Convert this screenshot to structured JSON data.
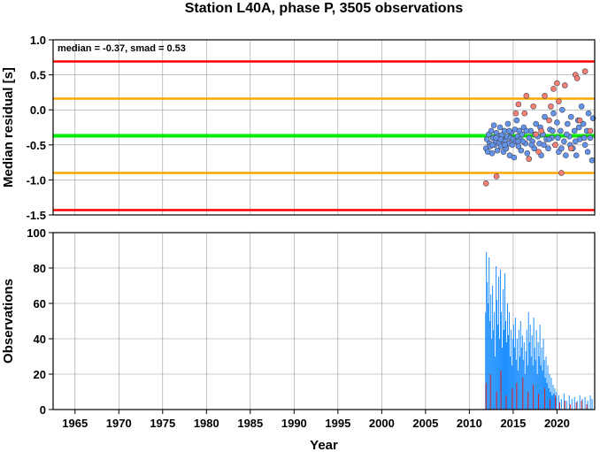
{
  "title": "Station L40A, phase P, 3505 observations",
  "chart_data": [
    {
      "type": "scatter",
      "ylabel": "Median residual [s]",
      "annotation": "median = -0.37, smad = 0.53",
      "xlim": [
        1962.5,
        2024.3
      ],
      "ylim": [
        -1.5,
        1.0
      ],
      "yticks": [
        "1.0",
        "0.5",
        "0.0",
        "-0.5",
        "-1.0",
        "-1.5"
      ],
      "grid": true,
      "reference_lines": [
        {
          "y": 0.69,
          "color": "#ff0000"
        },
        {
          "y": 0.16,
          "color": "#ffa500"
        },
        {
          "y": -0.37,
          "color": "#00ee00"
        },
        {
          "y": -0.9,
          "color": "#ffa500"
        },
        {
          "y": -1.43,
          "color": "#ff0000"
        }
      ],
      "series": [
        {
          "color": "#6495ed",
          "points": [
            [
              2011.9,
              -0.55
            ],
            [
              2012.0,
              -0.42
            ],
            [
              2012.1,
              -0.6
            ],
            [
              2012.2,
              -0.35
            ],
            [
              2012.3,
              -0.48
            ],
            [
              2012.4,
              -0.52
            ],
            [
              2012.5,
              -0.3
            ],
            [
              2012.6,
              -0.62
            ],
            [
              2012.7,
              -0.4
            ],
            [
              2012.8,
              -0.22
            ],
            [
              2012.9,
              -0.5
            ],
            [
              2013.0,
              -0.45
            ],
            [
              2013.1,
              -0.33
            ],
            [
              2013.2,
              -0.58
            ],
            [
              2013.3,
              -0.38
            ],
            [
              2013.4,
              -0.47
            ],
            [
              2013.5,
              -0.25
            ],
            [
              2013.6,
              -0.52
            ],
            [
              2013.7,
              -0.36
            ],
            [
              2013.8,
              -0.43
            ],
            [
              2013.9,
              -0.6
            ],
            [
              2014.0,
              -0.3
            ],
            [
              2014.1,
              -0.45
            ],
            [
              2014.2,
              -0.55
            ],
            [
              2014.3,
              -0.38
            ],
            [
              2014.4,
              -0.2
            ],
            [
              2014.5,
              -0.48
            ],
            [
              2014.6,
              -0.65
            ],
            [
              2014.7,
              -0.4
            ],
            [
              2014.8,
              -0.32
            ],
            [
              2014.9,
              -0.5
            ],
            [
              2015.0,
              -0.42
            ],
            [
              2015.1,
              -0.68
            ],
            [
              2015.2,
              -0.28
            ],
            [
              2015.3,
              -0.45
            ],
            [
              2015.4,
              -0.15
            ],
            [
              2015.5,
              -0.38
            ],
            [
              2015.6,
              -0.52
            ],
            [
              2015.7,
              -0.3
            ],
            [
              2015.8,
              -0.42
            ],
            [
              2015.9,
              -0.58
            ],
            [
              2016.0,
              -0.35
            ],
            [
              2016.2,
              -0.25
            ],
            [
              2016.4,
              -0.48
            ],
            [
              2016.6,
              -0.62
            ],
            [
              2016.8,
              -0.4
            ],
            [
              2017.0,
              -0.3
            ],
            [
              2017.2,
              -0.45
            ],
            [
              2017.4,
              -0.55
            ],
            [
              2017.6,
              -0.2
            ],
            [
              2017.8,
              -0.38
            ],
            [
              2018.0,
              -0.48
            ],
            [
              2018.2,
              -0.65
            ],
            [
              2018.4,
              -0.35
            ],
            [
              2018.6,
              -0.1
            ],
            [
              2018.8,
              -0.42
            ],
            [
              2019.0,
              -0.55
            ],
            [
              2019.2,
              -0.28
            ],
            [
              2019.4,
              -0.4
            ],
            [
              2019.6,
              -0.05
            ],
            [
              2019.8,
              -0.5
            ],
            [
              2020.0,
              -0.18
            ],
            [
              2020.2,
              -0.6
            ],
            [
              2020.4,
              -0.3
            ],
            [
              2020.6,
              0.0
            ],
            [
              2020.8,
              -0.45
            ],
            [
              2021.0,
              -0.65
            ],
            [
              2021.2,
              -0.2
            ],
            [
              2021.4,
              -0.38
            ],
            [
              2021.6,
              -0.1
            ],
            [
              2021.8,
              -0.55
            ],
            [
              2022.0,
              -0.3
            ],
            [
              2022.2,
              -0.65
            ],
            [
              2022.4,
              -0.15
            ],
            [
              2022.6,
              -0.42
            ],
            [
              2022.8,
              0.05
            ],
            [
              2023.0,
              -0.2
            ],
            [
              2023.2,
              -0.5
            ],
            [
              2023.4,
              -0.3
            ],
            [
              2023.6,
              -0.05
            ],
            [
              2023.8,
              -0.4
            ],
            [
              2024.0,
              -0.72
            ],
            [
              2024.1,
              -0.12
            ],
            [
              2016.1,
              -0.45
            ],
            [
              2016.5,
              -0.3
            ],
            [
              2017.1,
              -0.5
            ],
            [
              2017.5,
              -0.35
            ],
            [
              2018.1,
              -0.25
            ],
            [
              2018.5,
              -0.5
            ],
            [
              2019.1,
              -0.42
            ],
            [
              2019.5,
              -0.3
            ],
            [
              2020.1,
              -0.4
            ],
            [
              2020.5,
              -0.55
            ],
            [
              2021.1,
              -0.35
            ],
            [
              2021.5,
              -0.5
            ],
            [
              2022.1,
              -0.45
            ],
            [
              2022.5,
              -0.25
            ],
            [
              2023.1,
              -0.4
            ],
            [
              2023.5,
              -0.6
            ],
            [
              2013.55,
              -0.42
            ],
            [
              2014.55,
              -0.3
            ],
            [
              2015.55,
              -0.45
            ],
            [
              2012.65,
              -0.5
            ],
            [
              2013.05,
              -0.4
            ],
            [
              2014.05,
              -0.5
            ]
          ]
        },
        {
          "color": "#fa8072",
          "points": [
            [
              2011.9,
              -1.05
            ],
            [
              2013.1,
              -0.95
            ],
            [
              2015.6,
              0.08
            ],
            [
              2016.3,
              -0.05
            ],
            [
              2016.5,
              0.2
            ],
            [
              2016.8,
              -0.7
            ],
            [
              2017.3,
              0.05
            ],
            [
              2017.6,
              -0.35
            ],
            [
              2018.2,
              -0.3
            ],
            [
              2018.6,
              0.2
            ],
            [
              2019.3,
              0.05
            ],
            [
              2019.6,
              0.3
            ],
            [
              2019.8,
              -0.5
            ],
            [
              2020.0,
              0.38
            ],
            [
              2020.2,
              0.12
            ],
            [
              2020.5,
              -0.9
            ],
            [
              2020.9,
              0.35
            ],
            [
              2021.6,
              -0.55
            ],
            [
              2022.1,
              0.5
            ],
            [
              2022.3,
              0.45
            ],
            [
              2022.6,
              -0.15
            ],
            [
              2023.2,
              0.55
            ],
            [
              2023.8,
              -0.3
            ],
            [
              2017.9,
              -0.6
            ],
            [
              2019.1,
              -0.15
            ],
            [
              2015.3,
              -0.05
            ]
          ]
        }
      ]
    },
    {
      "type": "bar",
      "ylabel": "Observations",
      "xlabel": "Year",
      "xlim": [
        1962.5,
        2024.3
      ],
      "ylim": [
        0,
        100
      ],
      "yticks": [
        "100",
        "80",
        "60",
        "40",
        "20",
        "0"
      ],
      "xticks": [
        "1965",
        "1970",
        "1975",
        "1980",
        "1985",
        "1990",
        "1995",
        "2000",
        "2005",
        "2010",
        "2015",
        "2020"
      ],
      "grid": true,
      "series": [
        {
          "color": "#1e90ff",
          "bars": [
            [
              2011.85,
              55
            ],
            [
              2011.95,
              89
            ],
            [
              2012.05,
              72
            ],
            [
              2012.15,
              60
            ],
            [
              2012.25,
              86
            ],
            [
              2012.35,
              50
            ],
            [
              2012.45,
              65
            ],
            [
              2012.55,
              40
            ],
            [
              2012.65,
              70
            ],
            [
              2012.75,
              45
            ],
            [
              2012.85,
              55
            ],
            [
              2012.95,
              30
            ],
            [
              2013.05,
              81
            ],
            [
              2013.15,
              62
            ],
            [
              2013.25,
              48
            ],
            [
              2013.35,
              75
            ],
            [
              2013.45,
              40
            ],
            [
              2013.55,
              79
            ],
            [
              2013.65,
              55
            ],
            [
              2013.75,
              35
            ],
            [
              2013.85,
              68
            ],
            [
              2013.95,
              45
            ],
            [
              2014.05,
              77
            ],
            [
              2014.15,
              50
            ],
            [
              2014.25,
              38
            ],
            [
              2014.35,
              60
            ],
            [
              2014.45,
              42
            ],
            [
              2014.55,
              55
            ],
            [
              2014.65,
              30
            ],
            [
              2014.75,
              45
            ],
            [
              2014.85,
              25
            ],
            [
              2014.95,
              40
            ],
            [
              2015.05,
              48
            ],
            [
              2015.15,
              35
            ],
            [
              2015.25,
              52
            ],
            [
              2015.35,
              28
            ],
            [
              2015.45,
              40
            ],
            [
              2015.55,
              22
            ],
            [
              2015.65,
              45
            ],
            [
              2015.75,
              30
            ],
            [
              2015.85,
              50
            ],
            [
              2015.95,
              35
            ],
            [
              2016.05,
              42
            ],
            [
              2016.15,
              28
            ],
            [
              2016.25,
              38
            ],
            [
              2016.35,
              20
            ],
            [
              2016.45,
              33
            ],
            [
              2016.55,
              45
            ],
            [
              2016.65,
              25
            ],
            [
              2016.75,
              55
            ],
            [
              2016.85,
              38
            ],
            [
              2016.95,
              48
            ],
            [
              2017.05,
              30
            ],
            [
              2017.15,
              42
            ],
            [
              2017.25,
              25
            ],
            [
              2017.35,
              52
            ],
            [
              2017.45,
              35
            ],
            [
              2017.55,
              28
            ],
            [
              2017.65,
              45
            ],
            [
              2017.75,
              20
            ],
            [
              2017.85,
              38
            ],
            [
              2017.95,
              30
            ],
            [
              2018.05,
              48
            ],
            [
              2018.15,
              25
            ],
            [
              2018.25,
              35
            ],
            [
              2018.35,
              22
            ],
            [
              2018.45,
              40
            ],
            [
              2018.55,
              28
            ],
            [
              2018.65,
              18
            ],
            [
              2018.75,
              30
            ],
            [
              2018.85,
              15
            ],
            [
              2018.95,
              25
            ],
            [
              2019.05,
              12
            ],
            [
              2019.15,
              20
            ],
            [
              2019.25,
              10
            ],
            [
              2019.35,
              18
            ],
            [
              2019.45,
              8
            ],
            [
              2019.55,
              14
            ],
            [
              2019.65,
              9
            ],
            [
              2019.75,
              12
            ],
            [
              2019.85,
              7
            ],
            [
              2019.95,
              10
            ],
            [
              2020.2,
              8
            ],
            [
              2020.5,
              6
            ],
            [
              2020.8,
              9
            ],
            [
              2021.1,
              5
            ],
            [
              2021.4,
              8
            ],
            [
              2021.7,
              6
            ],
            [
              2022.0,
              7
            ],
            [
              2022.3,
              5
            ],
            [
              2022.6,
              8
            ],
            [
              2022.9,
              6
            ],
            [
              2023.2,
              7
            ],
            [
              2023.5,
              5
            ],
            [
              2023.8,
              8
            ],
            [
              2024.0,
              6
            ]
          ]
        },
        {
          "color": "#dd2222",
          "bars": [
            [
              2011.9,
              15
            ],
            [
              2012.4,
              20
            ],
            [
              2013.1,
              10
            ],
            [
              2013.6,
              22
            ],
            [
              2014.2,
              8
            ],
            [
              2014.9,
              12
            ],
            [
              2015.4,
              15
            ],
            [
              2016.1,
              18
            ],
            [
              2016.7,
              10
            ],
            [
              2017.3,
              14
            ],
            [
              2017.9,
              9
            ],
            [
              2018.6,
              12
            ],
            [
              2019.2,
              6
            ],
            [
              2019.8,
              8
            ],
            [
              2020.3,
              4
            ],
            [
              2020.9,
              5
            ],
            [
              2021.5,
              3
            ],
            [
              2022.2,
              4
            ],
            [
              2022.8,
              5
            ],
            [
              2023.4,
              3
            ]
          ]
        }
      ]
    }
  ]
}
